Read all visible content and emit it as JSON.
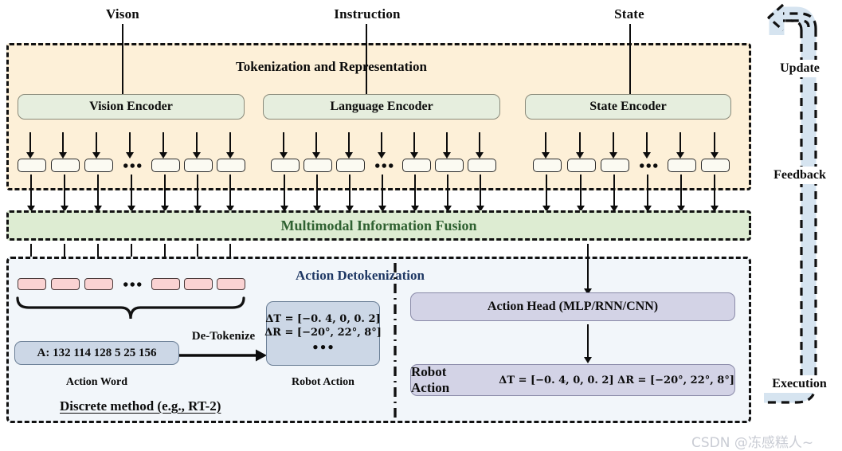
{
  "figure": {
    "title": "VLA model pipeline diagram",
    "watermark": "CSDN @冻感糕人~"
  },
  "inputs": [
    {
      "label": "Vison"
    },
    {
      "label": "Instruction"
    },
    {
      "label": "State"
    }
  ],
  "tokenization": {
    "title": "Tokenization and Representation",
    "encoders": [
      {
        "label": "Vision Encoder",
        "arrows": 7,
        "tokens_before": 3,
        "tokens_after": 3,
        "ellipsis": "•••"
      },
      {
        "label": "Language Encoder",
        "arrows": 7,
        "tokens_before": 3,
        "tokens_after": 3,
        "ellipsis": "•••"
      },
      {
        "label": "State Encoder",
        "arrows": 6,
        "tokens_before": 3,
        "tokens_after": 2,
        "ellipsis": "•••"
      }
    ]
  },
  "fusion": {
    "title": "Multimodal Information Fusion",
    "color": "#2f6131",
    "background": "#ddecd2"
  },
  "detokenization": {
    "title": "Action Detokenization",
    "color": "#1f3864",
    "discrete": {
      "method_label": "Discrete method (e.g., RT-2)",
      "tokens_before": 3,
      "tokens_after": 3,
      "ellipsis": "•••",
      "action_word_value": "A: 132 114 128 5 25 156",
      "action_word_caption": "Action Word",
      "arrow_label": "De-Tokenize",
      "robot_action_caption": "Robot Action",
      "robot_action_lines": [
        "ΔT = [−0. 4, 0, 0. 2]",
        "ΔR = [−20°, 22°, 8°]",
        "•••"
      ]
    },
    "continuous": {
      "action_head_label": "Action Head (MLP/RNN/CNN)",
      "robot_action_label": "Robot Action",
      "robot_action_formula": "ΔT = [−0. 4, 0, 0. 2]   ΔR = [−20°, 22°, 8°]"
    }
  },
  "loop": {
    "labels": [
      {
        "text": "Update"
      },
      {
        "text": "Feedback"
      },
      {
        "text": "Execution"
      }
    ],
    "channel_color": "#d6e4f0"
  }
}
